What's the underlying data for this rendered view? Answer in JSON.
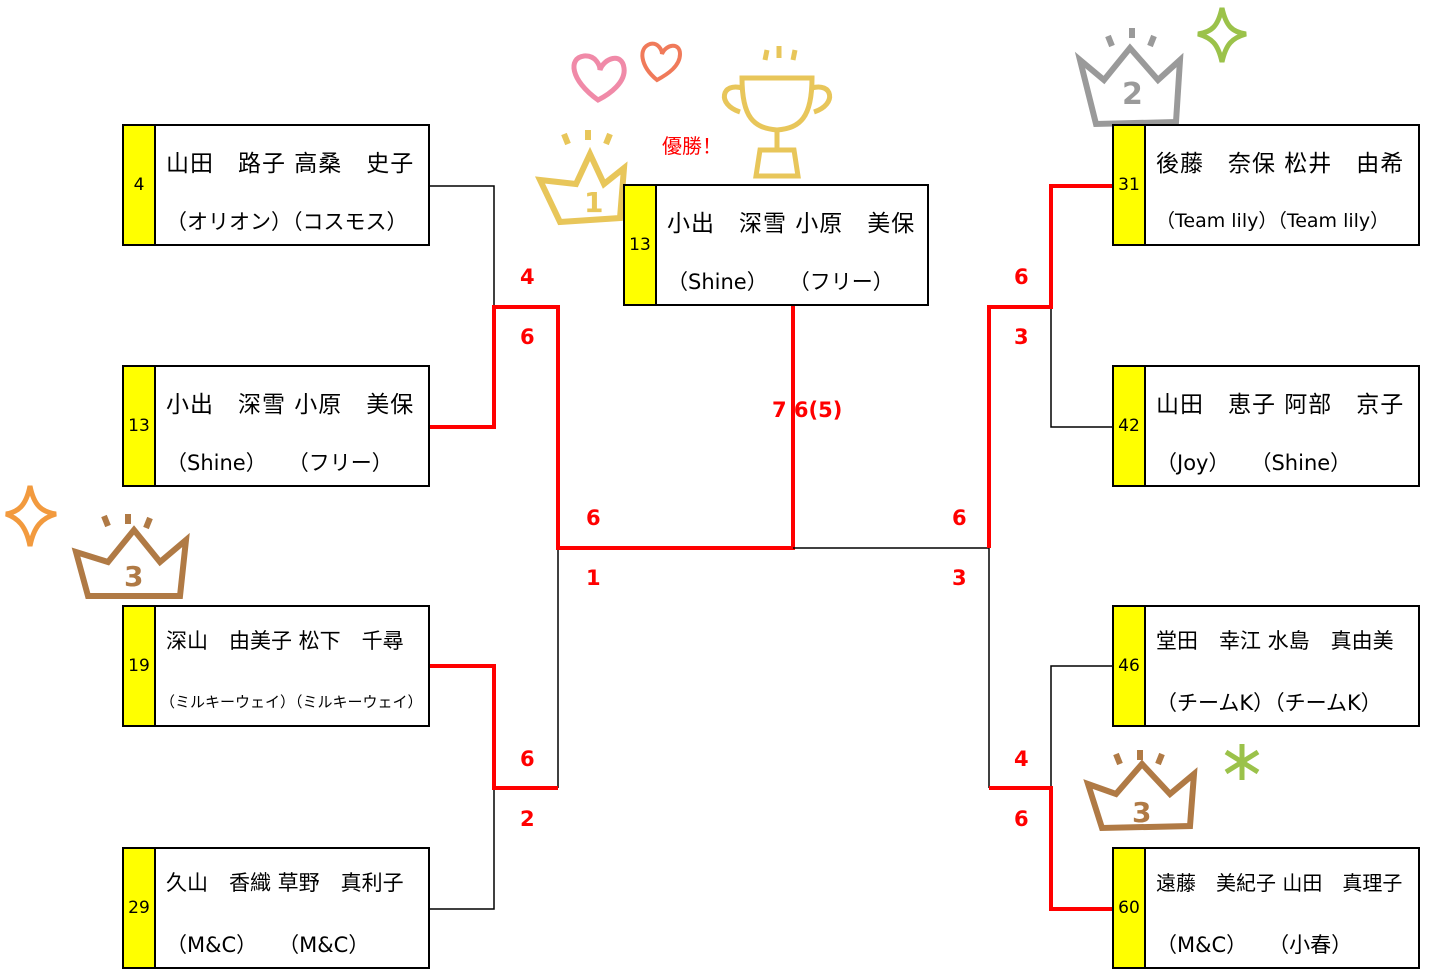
{
  "caption_champion": "優勝！",
  "teams": {
    "t4": {
      "seed": "4",
      "names": "山田　路子 高桑　史子",
      "clubs": "（オリオン）（コスモス）"
    },
    "t13": {
      "seed": "13",
      "names": "小出　深雪 小原　美保",
      "clubs": "（Shine）　　（フリー）"
    },
    "t19": {
      "seed": "19",
      "names": "深山　由美子 松下　千尋",
      "clubs": "（ミルキーウェイ）（ミルキーウェイ）"
    },
    "t29": {
      "seed": "29",
      "names": "久山　香織 草野　真利子",
      "clubs": "（M&C）　　（M&C）"
    },
    "t31": {
      "seed": "31",
      "names": "後藤　奈保 松井　由希",
      "clubs": "（Team lily）（Team lily）"
    },
    "t42": {
      "seed": "42",
      "names": "山田　恵子 阿部　京子",
      "clubs": "（Joy）　　（Shine）"
    },
    "t46": {
      "seed": "46",
      "names": "堂田　幸江 水島　真由美",
      "clubs": "（チームK）（チームK）"
    },
    "t60": {
      "seed": "60",
      "names": "遠藤　美紀子 山田　真理子",
      "clubs": "（M&C）　　（小春）"
    },
    "champ": {
      "seed": "13",
      "names": "小出　深雪 小原　美保",
      "clubs": "（Shine）　　（フリー）"
    }
  },
  "scores": {
    "qf1_top": "4",
    "qf1_bot": "6",
    "qf2_top": "6",
    "qf2_bot": "2",
    "qf3_top": "6",
    "qf3_bot": "3",
    "qf4_top": "4",
    "qf4_bot": "6",
    "sf1_top": "6",
    "sf1_bot": "1",
    "sf2_top": "6",
    "sf2_bot": "3",
    "final": "7 6(5)"
  },
  "crowns": {
    "first": "1",
    "second": "2",
    "third_a": "3",
    "third_b": "3"
  },
  "colors": {
    "winner_line": "#ff0000",
    "seed_bg": "#ffff00",
    "crown_gold": "#e8c65a",
    "crown_silver": "#9a9a9a",
    "crown_bronze": "#b07a45"
  }
}
